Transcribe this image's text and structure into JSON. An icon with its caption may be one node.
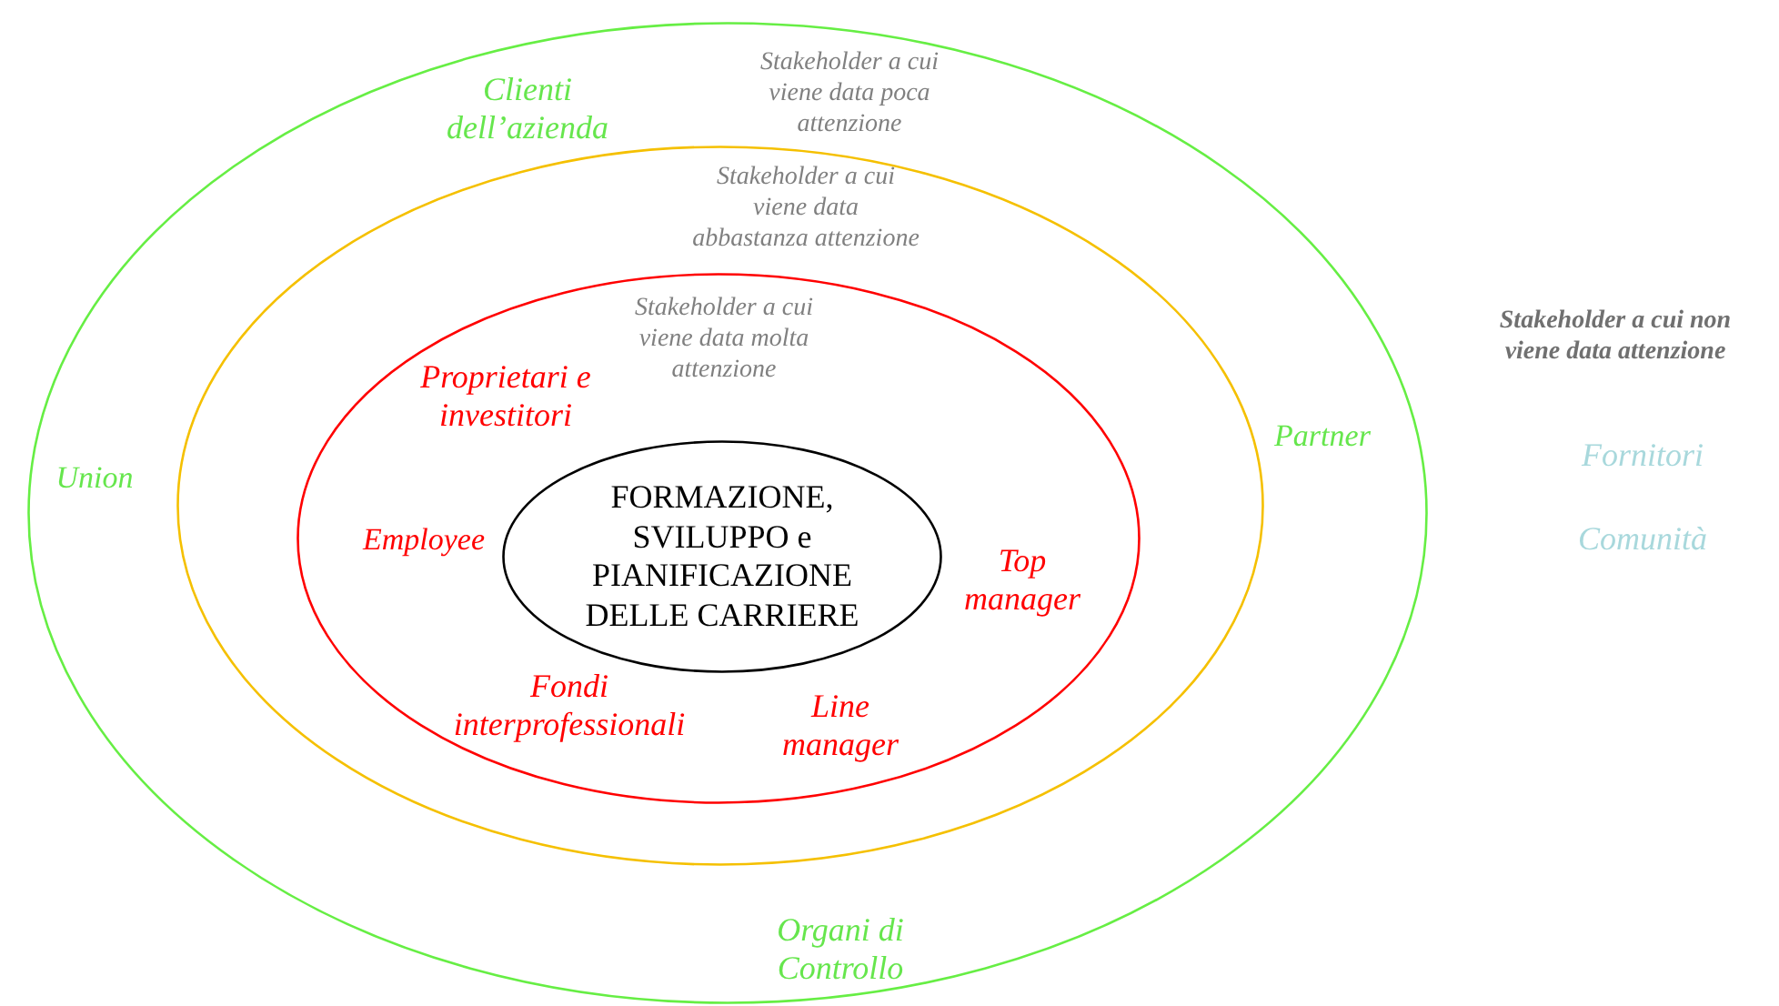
{
  "diagram": {
    "nodes": [
      {
        "text": [
          "Clienti dell’azienda",
          "Stakeholder a cui viene data poca attenzione",
          "Union",
          "Partner",
          "Organi di Controllo"
        ]
      },
      {
        "text": [
          "Stakeholder a cui viene data abbastanza attenzione"
        ],
        "in": 0
      },
      {
        "text": [
          "Stakeholder a cui viene data molta attenzione",
          "Proprietari e investitori",
          "Employee",
          "Top manager",
          "Fondi interprofessionali",
          "Line manager"
        ],
        "in": 1
      },
      {
        "text": [
          "FORMAZIONE, SVILUPPO e PIANIFICAZIONE DELLE CARRIERE"
        ],
        "in": 2
      }
    ],
    "edges": [],
    "labels": [
      "Stakeholder a cui non viene data attenzione",
      "Fornitori",
      "Comunità"
    ]
  }
}
